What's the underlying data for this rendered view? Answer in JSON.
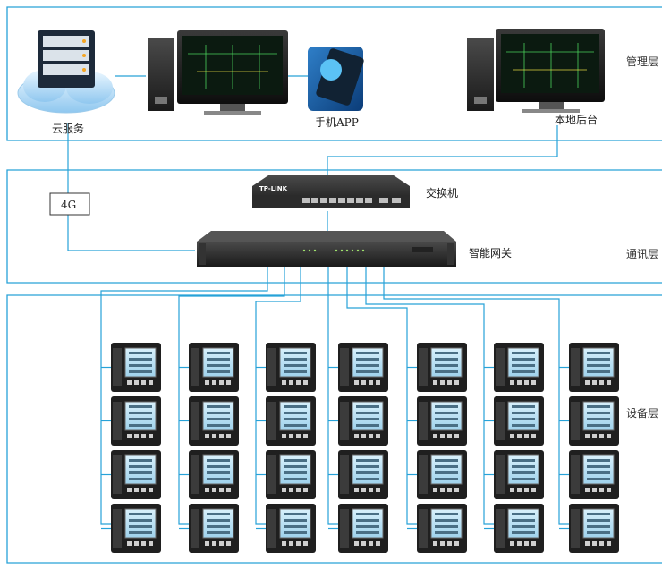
{
  "layers": {
    "management": "管理层",
    "communication": "通讯层",
    "device": "设备层"
  },
  "nodes": {
    "cloud": "云服务",
    "mobile_app": "手机APP",
    "local_backend": "本地后台",
    "switch": "交换机",
    "gateway": "智能网关",
    "link_4g": "4G"
  },
  "switch_brand": "TP-LINK",
  "colors": {
    "wire": "#27a2d8",
    "frame": "#27a2d8",
    "device_body": "#1f1f1f",
    "device_screen": "#bfe3f4"
  },
  "meter_grid": {
    "columns": 7,
    "rows": 4
  }
}
